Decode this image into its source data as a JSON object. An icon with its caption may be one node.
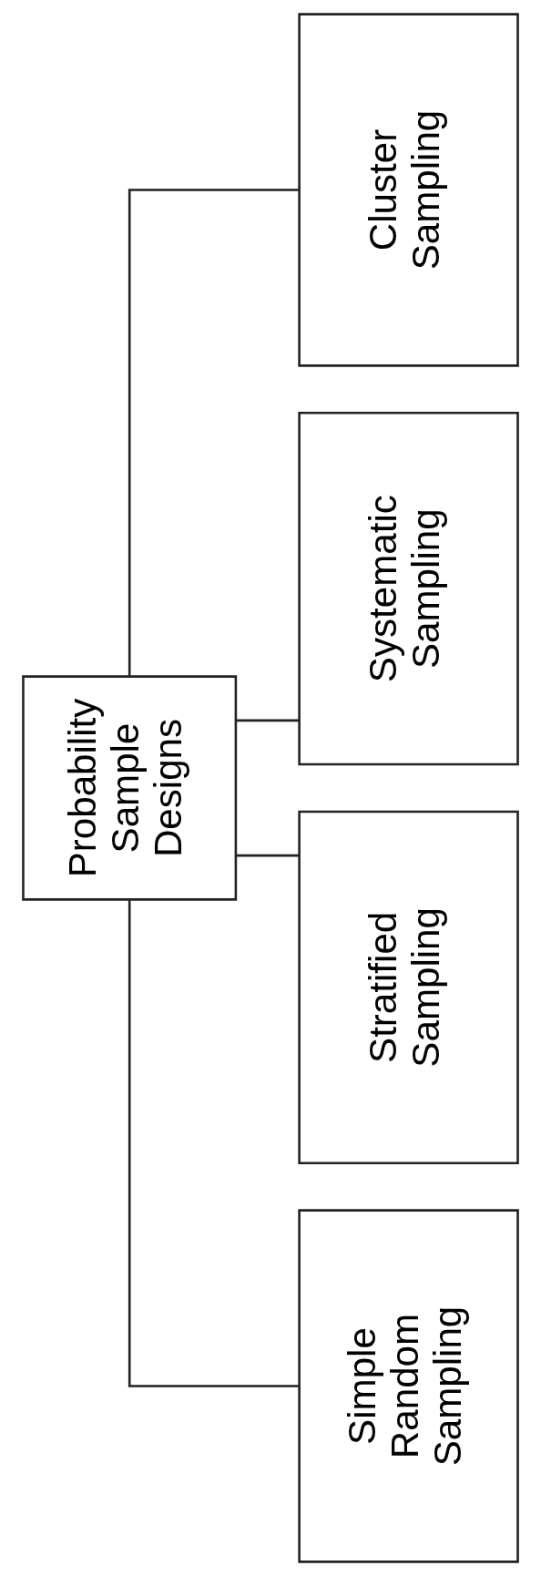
{
  "diagram": {
    "nodes": [
      {
        "text": [
          "Probability Sample Designs"
        ]
      },
      {
        "text": [
          "Simple Random Sampling"
        ]
      },
      {
        "text": [
          "Stratified Sampling"
        ]
      },
      {
        "text": [
          "Systematic Sampling"
        ]
      },
      {
        "text": [
          "Cluster Sampling"
        ]
      }
    ],
    "edges": [
      {
        "from": 0,
        "to": 1,
        "arrow": "none"
      },
      {
        "from": 0,
        "to": 2,
        "arrow": "none"
      },
      {
        "from": 0,
        "to": 3,
        "arrow": "none"
      },
      {
        "from": 0,
        "to": 4,
        "arrow": "none"
      }
    ]
  }
}
